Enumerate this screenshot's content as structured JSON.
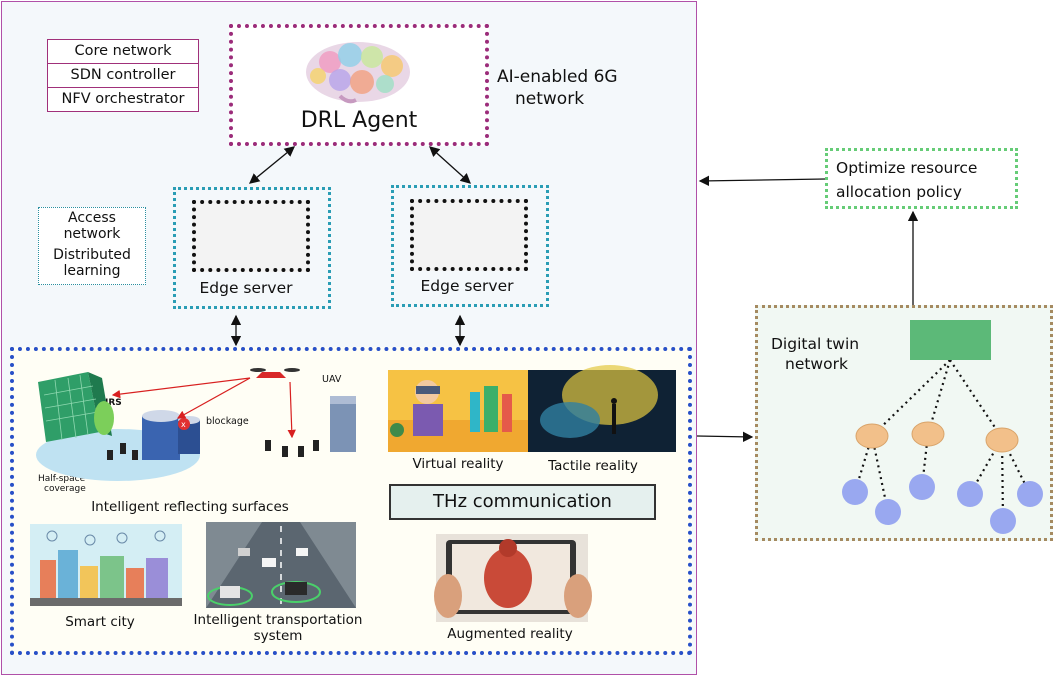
{
  "legend": [
    "Core network",
    "SDN controller",
    "NFV orchestrator"
  ],
  "drl_agent": {
    "label": "DRL Agent"
  },
  "ai_network": {
    "line1": "AI-enabled 6G",
    "line2": "network"
  },
  "access_box": {
    "line1": "Access",
    "line2": "network",
    "line3": "Distributed",
    "line4": "learning"
  },
  "edge_servers": [
    {
      "label": "Edge server"
    },
    {
      "label": "Edge server"
    }
  ],
  "irs_scene": {
    "irs": "IRS",
    "uav": "UAV",
    "blockage": "blockage",
    "coverage_line1": "Half-space",
    "coverage_line2": "coverage"
  },
  "captions": {
    "irs": "Intelligent reflecting surfaces",
    "vr": "Virtual reality",
    "tactile": "Tactile reality",
    "smart_city": "Smart city",
    "its_line1": "Intelligent transportation",
    "its_line2": "system",
    "ar": "Augmented reality"
  },
  "thz": {
    "label": "THz communication"
  },
  "optimize": {
    "line1": "Optimize resource",
    "line2": "allocation policy"
  },
  "digital_twin": {
    "line1": "Digital twin",
    "line2": "network"
  },
  "colors": {
    "drl_border": "#9b2c7a",
    "edge_border": "#2a9db5",
    "apps_border": "#2850c8",
    "optimize_border": "#66cc77",
    "twin_border": "#a58a60",
    "twin_root": "#5cb978",
    "twin_mid": "#f2c08a",
    "twin_leaf": "#99a8f0"
  }
}
